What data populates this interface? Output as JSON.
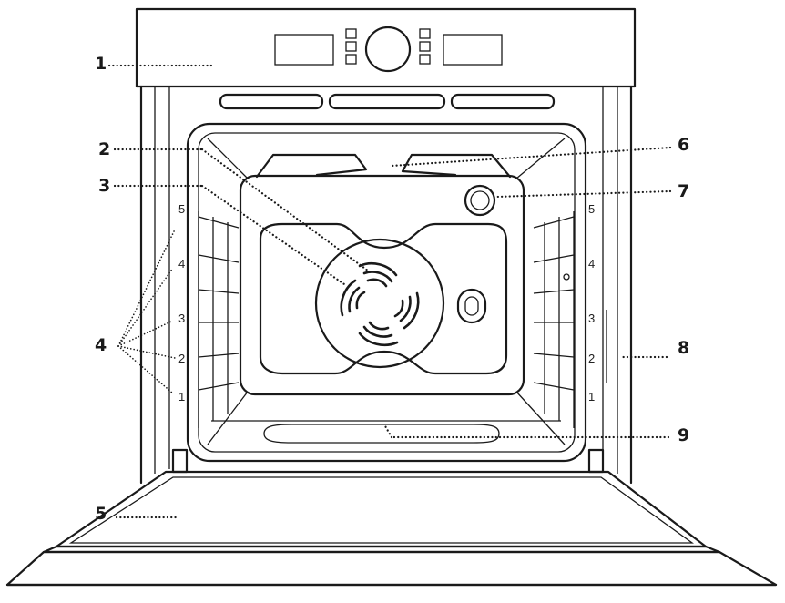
{
  "callouts": {
    "c1": "1",
    "c2": "2",
    "c3": "3",
    "c4": "4",
    "c5": "5",
    "c6": "6",
    "c7": "7",
    "c8": "8",
    "c9": "9"
  },
  "shelf_levels": {
    "left": [
      "5",
      "4",
      "3",
      "2",
      "1"
    ],
    "right": [
      "5",
      "4",
      "3",
      "2",
      "1"
    ]
  },
  "icons": [
    "control-panel-icon",
    "cooling-fan-icon",
    "oven-lamp-icon",
    "door-icon"
  ]
}
